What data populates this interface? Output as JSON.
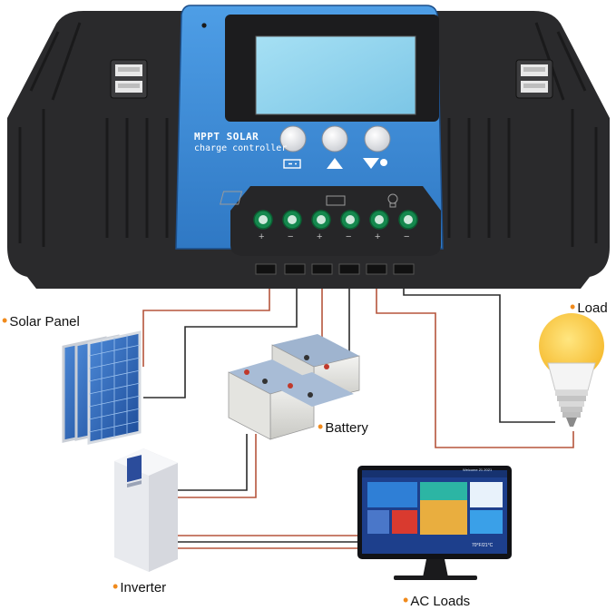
{
  "controller": {
    "brand_line1": "MPPT SOLAR",
    "brand_line2": "charge controller",
    "terminal_signs": [
      "+",
      "−",
      "+",
      "−",
      "+",
      "−"
    ]
  },
  "labels": {
    "solar_panel": "Solar Panel",
    "battery": "Battery",
    "load": "Load",
    "inverter": "Inverter",
    "ac_loads": "AC Loads"
  },
  "monitor_screen": {
    "top_text": "Welcome 21 2021",
    "weather_text": "70°F/21°C"
  },
  "colors": {
    "accent_dot": "#f08a1c",
    "positive_wire": "#b5553c",
    "negative_wire": "#2b2b2b",
    "controller_blue": "#3f8ed9",
    "controller_body": "#2a2a2c",
    "lcd": "#8fd3ee"
  }
}
